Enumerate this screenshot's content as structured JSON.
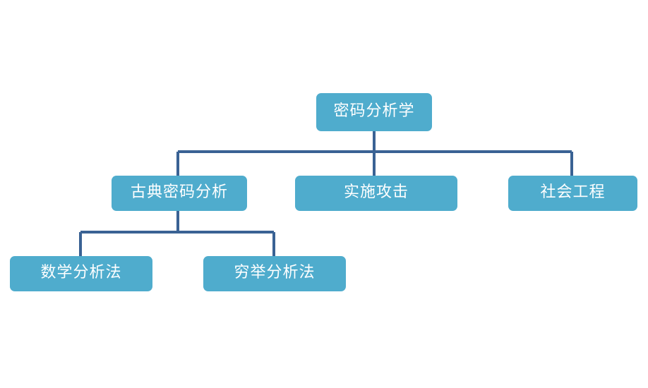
{
  "diagram": {
    "title": "密码分析学",
    "type": "hierarchy-tree",
    "background_color": "#ffffff",
    "node_fill_color": "#4FACCD",
    "node_text_color": "#ffffff",
    "connector_color": "#3A6294",
    "nodes": [
      {
        "id": "root",
        "label": "密码分析学",
        "level": 0
      },
      {
        "id": "classical",
        "label": "古典密码分析",
        "level": 1
      },
      {
        "id": "attack",
        "label": "实施攻击",
        "level": 1
      },
      {
        "id": "social",
        "label": "社会工程",
        "level": 1
      },
      {
        "id": "math",
        "label": "数学分析法",
        "level": 2
      },
      {
        "id": "bruteforce",
        "label": "穷举分析法",
        "level": 2
      }
    ],
    "edges": [
      {
        "from": "root",
        "to": "classical"
      },
      {
        "from": "root",
        "to": "attack"
      },
      {
        "from": "root",
        "to": "social"
      },
      {
        "from": "classical",
        "to": "math"
      },
      {
        "from": "classical",
        "to": "bruteforce"
      }
    ]
  }
}
